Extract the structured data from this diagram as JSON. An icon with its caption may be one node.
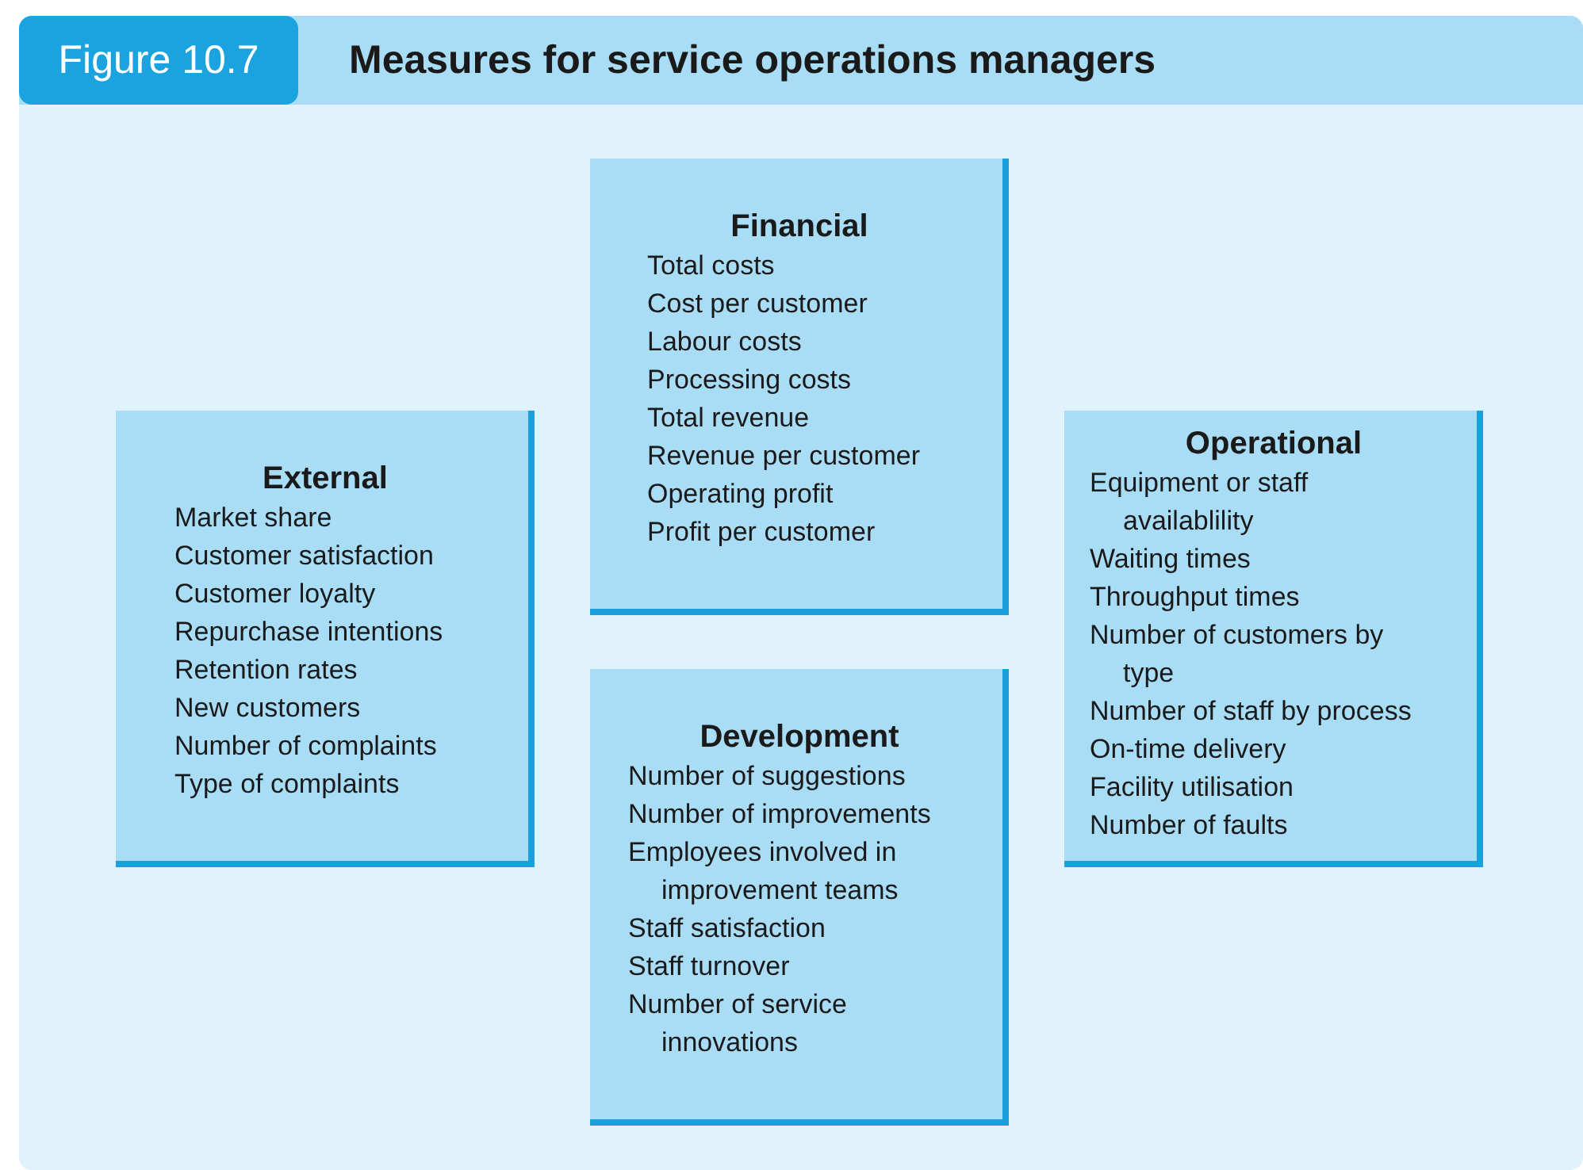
{
  "diagram": {
    "title": "Measures for service operations managers",
    "nodes": [
      {
        "text": [
          "Financial",
          "Total costs",
          "Cost per customer",
          "Labour costs",
          "Processing costs",
          "Total revenue",
          "Revenue per customer",
          "Operating profit",
          "Profit per customer"
        ]
      },
      {
        "text": [
          "External",
          "Market share",
          "Customer satisfaction",
          "Customer loyalty",
          "Repurchase intentions",
          "Retention rates",
          "New customers",
          "Number of complaints",
          "Type of complaints"
        ]
      },
      {
        "text": [
          "Operational",
          "Equipment or staff availablility",
          "Waiting times",
          "Throughput times",
          "Number of customers by type",
          "Number of staff by process",
          "On-time delivery",
          "Facility utilisation",
          "Number of faults"
        ]
      },
      {
        "text": [
          "Development",
          "Number of suggestions",
          "Number of improvements",
          "Employees involved in improvement teams",
          "Staff satisfaction",
          "Staff turnover",
          "Number of service innovations"
        ]
      }
    ],
    "edges": [],
    "labels": [
      "Figure 10.7"
    ]
  }
}
